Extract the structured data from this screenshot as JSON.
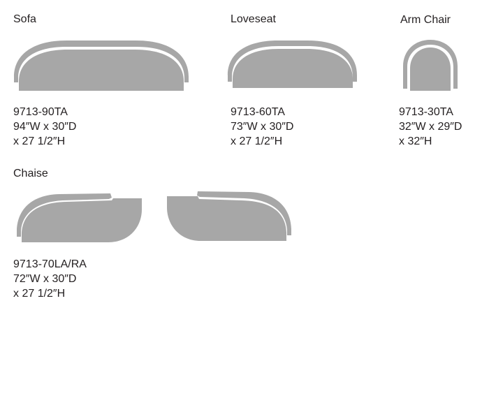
{
  "colors": {
    "shape_fill": "#a7a7a7",
    "text": "#231f20",
    "background": "#ffffff"
  },
  "items": [
    {
      "name": "Sofa",
      "model": "9713-90TA",
      "dimensions_line1": "94″W x 30″D",
      "dimensions_line2": "x 27 1/2″H"
    },
    {
      "name": "Loveseat",
      "model": "9713-60TA",
      "dimensions_line1": "73″W x 30″D",
      "dimensions_line2": "x 27 1/2″H"
    },
    {
      "name": "Arm Chair",
      "model": "9713-30TA",
      "dimensions_line1": "32″W x 29″D",
      "dimensions_line2": "x 32″H"
    },
    {
      "name": "Chaise",
      "model": "9713-70LA/RA",
      "dimensions_line1": "72″W x 30″D",
      "dimensions_line2": "x 27 1/2″H"
    }
  ]
}
